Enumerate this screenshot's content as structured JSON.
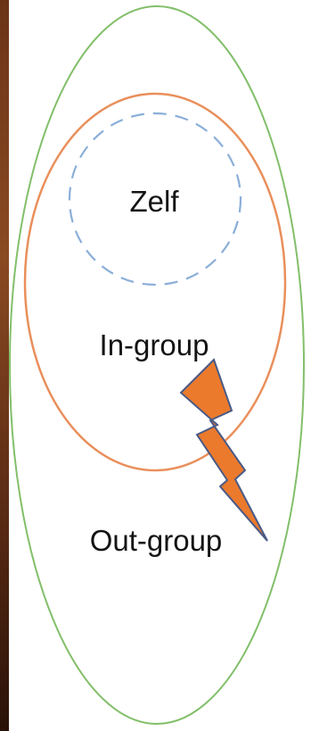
{
  "labels": {
    "self": "Zelf",
    "in_group": "In-group",
    "out_group": "Out-group"
  },
  "colors": {
    "self_circle": "#8aaed8",
    "in_group_ellipse": "#e98f5b",
    "out_group_ellipse": "#82bf6a",
    "lightning_fill": "#ec7a2c",
    "lightning_stroke": "#4a5a86",
    "side_band_top": "#5a2b14",
    "side_band_bottom": "#2a1208"
  },
  "icons": {
    "conflict": "lightning-bolt-icon"
  }
}
